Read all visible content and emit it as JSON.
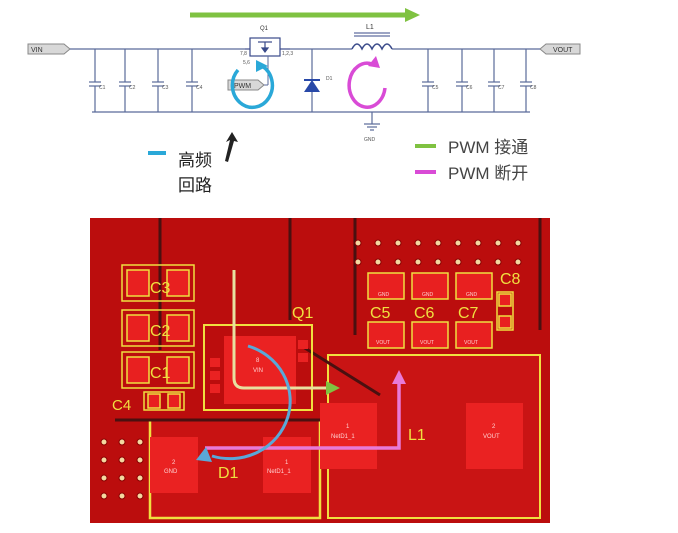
{
  "schematic": {
    "vin_label": "VIN",
    "vout_label": "VOUT",
    "q1_label": "Q1",
    "q1_pins": "1,2,3",
    "q1_side_label": "7,8",
    "q1_side_label2": "5,6",
    "pwm_tag": "PWM",
    "l1_label": "L1",
    "d1_label": "D1",
    "gnd_label": "GND",
    "input_caps": [
      "C1",
      "C2",
      "C3",
      "C4"
    ],
    "output_caps": [
      "C5",
      "C6",
      "C7",
      "C8"
    ]
  },
  "legend": {
    "hf_loop": "高频回路",
    "hf_loop_line1": "高频",
    "hf_loop_line2": "回路",
    "pwm_on": "PWM 接通",
    "pwm_off": "PWM 断开"
  },
  "pcb": {
    "cap_labels": [
      "C3",
      "C2",
      "C1",
      "C4",
      "C5",
      "C6",
      "C7",
      "C8"
    ],
    "q1_label": "Q1",
    "l1_label": "L1",
    "d1_label": "D1",
    "q1_pad": "VIN",
    "q1_pad_num": "8",
    "l1_pad1": "NetD1_1",
    "l1_pad1_num": "1",
    "l1_pad2": "VOUT",
    "l1_pad2_num": "2",
    "d1_pad1": "GND",
    "d1_pad1_num": "2",
    "d1_pad2": "NetD1_1",
    "d1_pad2_num": "1",
    "top_pad_labels": [
      "GND",
      "GND",
      "GND"
    ],
    "bottom_pad_labels": [
      "VOUT",
      "VOUT",
      "VOUT"
    ]
  },
  "colors": {
    "pwm_on": "#7fc241",
    "pwm_off": "#d94bd6",
    "hf_loop": "#2aa8d8",
    "board": "#c80f0f",
    "silk": "#f0e040"
  }
}
